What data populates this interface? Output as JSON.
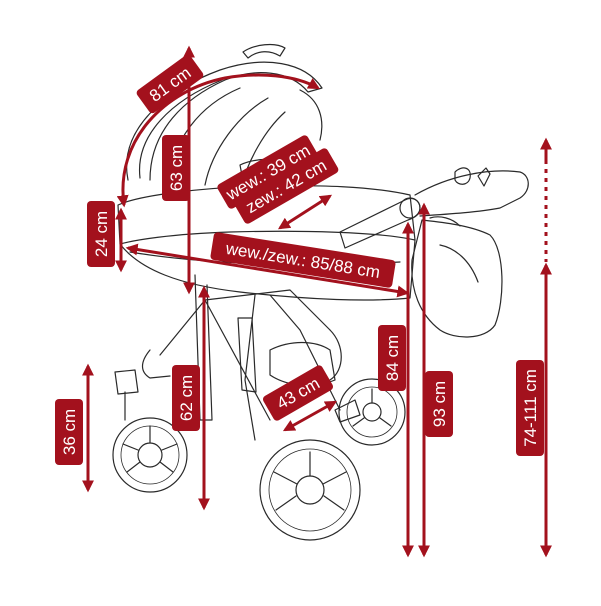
{
  "accent_color": "#a3111d",
  "outline_color": "#2a2a2a",
  "labels": {
    "hood_arc": "81 cm",
    "hood_height": "63 cm",
    "inner_width": "wew.: 39 cm",
    "outer_width": "zew.: 42 cm",
    "carrycot_side": "24 cm",
    "carrycot_length": "wew./zew.: 85/88 cm",
    "seat_height": "62 cm",
    "wheel_height": "36 cm",
    "chassis_width": "43 cm",
    "handle_low": "84 cm",
    "handle_high": "93 cm",
    "handle_range": "74-111 cm"
  }
}
